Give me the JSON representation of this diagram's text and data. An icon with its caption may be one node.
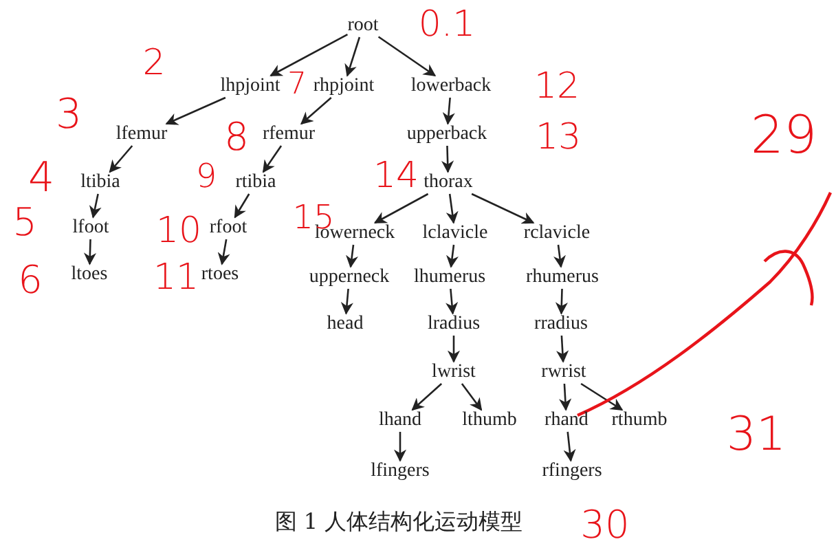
{
  "diagram": {
    "caption": "图 1 人体结构化运动模型",
    "nodes": [
      {
        "text": [
          "root"
        ]
      },
      {
        "text": [
          "lhpjoint"
        ]
      },
      {
        "text": [
          "rhpjoint"
        ]
      },
      {
        "text": [
          "lowerback"
        ]
      },
      {
        "text": [
          "lfemur"
        ]
      },
      {
        "text": [
          "rfemur"
        ]
      },
      {
        "text": [
          "upperback"
        ]
      },
      {
        "text": [
          "ltibia"
        ]
      },
      {
        "text": [
          "rtibia"
        ]
      },
      {
        "text": [
          "thorax"
        ]
      },
      {
        "text": [
          "lfoot"
        ]
      },
      {
        "text": [
          "rfoot"
        ]
      },
      {
        "text": [
          "lowerneck"
        ]
      },
      {
        "text": [
          "lclavicle"
        ]
      },
      {
        "text": [
          "rclavicle"
        ]
      },
      {
        "text": [
          "ltoes"
        ]
      },
      {
        "text": [
          "rtoes"
        ]
      },
      {
        "text": [
          "upperneck"
        ]
      },
      {
        "text": [
          "lhumerus"
        ]
      },
      {
        "text": [
          "rhumerus"
        ]
      },
      {
        "text": [
          "head"
        ]
      },
      {
        "text": [
          "lradius"
        ]
      },
      {
        "text": [
          "rradius"
        ]
      },
      {
        "text": [
          "lwrist"
        ]
      },
      {
        "text": [
          "rwrist"
        ]
      },
      {
        "text": [
          "lhand"
        ]
      },
      {
        "text": [
          "lthumb"
        ]
      },
      {
        "text": [
          "rhand"
        ]
      },
      {
        "text": [
          "rthumb"
        ]
      },
      {
        "text": [
          "lfingers"
        ]
      },
      {
        "text": [
          "rfingers"
        ]
      }
    ],
    "edges": [
      {
        "from": 0,
        "to": 1,
        "arrow": "to"
      },
      {
        "from": 0,
        "to": 2,
        "arrow": "to"
      },
      {
        "from": 0,
        "to": 3,
        "arrow": "to"
      },
      {
        "from": 1,
        "to": 4,
        "arrow": "to"
      },
      {
        "from": 2,
        "to": 5,
        "arrow": "to"
      },
      {
        "from": 3,
        "to": 6,
        "arrow": "to"
      },
      {
        "from": 4,
        "to": 7,
        "arrow": "to"
      },
      {
        "from": 5,
        "to": 8,
        "arrow": "to"
      },
      {
        "from": 6,
        "to": 9,
        "arrow": "to"
      },
      {
        "from": 7,
        "to": 10,
        "arrow": "to"
      },
      {
        "from": 8,
        "to": 11,
        "arrow": "to"
      },
      {
        "from": 9,
        "to": 12,
        "arrow": "to"
      },
      {
        "from": 9,
        "to": 13,
        "arrow": "to"
      },
      {
        "from": 9,
        "to": 14,
        "arrow": "to"
      },
      {
        "from": 10,
        "to": 15,
        "arrow": "to"
      },
      {
        "from": 11,
        "to": 16,
        "arrow": "to"
      },
      {
        "from": 12,
        "to": 17,
        "arrow": "to"
      },
      {
        "from": 13,
        "to": 18,
        "arrow": "to"
      },
      {
        "from": 14,
        "to": 19,
        "arrow": "to"
      },
      {
        "from": 17,
        "to": 20,
        "arrow": "to"
      },
      {
        "from": 18,
        "to": 21,
        "arrow": "to"
      },
      {
        "from": 19,
        "to": 22,
        "arrow": "to"
      },
      {
        "from": 21,
        "to": 23,
        "arrow": "to"
      },
      {
        "from": 22,
        "to": 24,
        "arrow": "to"
      },
      {
        "from": 23,
        "to": 25,
        "arrow": "to"
      },
      {
        "from": 23,
        "to": 26,
        "arrow": "to"
      },
      {
        "from": 24,
        "to": 27,
        "arrow": "to"
      },
      {
        "from": 24,
        "to": 28,
        "arrow": "to"
      },
      {
        "from": 25,
        "to": 29,
        "arrow": "to"
      },
      {
        "from": 27,
        "to": 30,
        "arrow": "to"
      }
    ],
    "labels": [
      "0.1",
      "2",
      "7",
      "12",
      "3",
      "8",
      "13",
      "29",
      "4",
      "9",
      "14",
      "5",
      "10",
      "15",
      "6",
      "11",
      "31",
      "30"
    ]
  }
}
